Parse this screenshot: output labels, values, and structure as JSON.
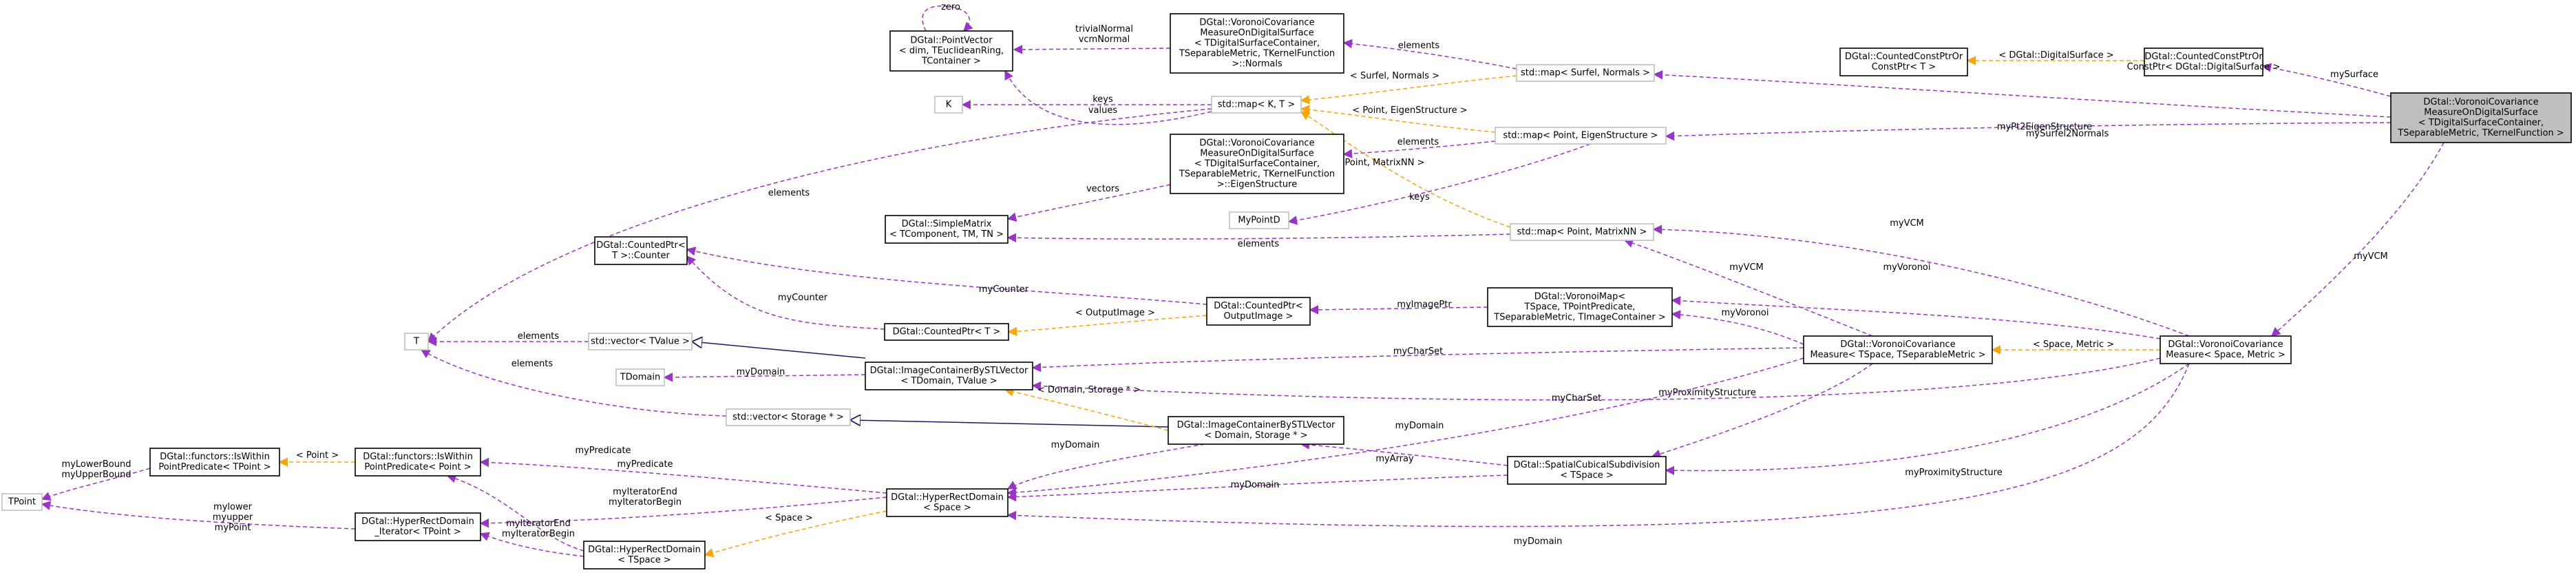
{
  "colors": {
    "purple": "#9a32cd",
    "orange": "#ffa500",
    "navy": "#191970",
    "node_highlight": "#bfbfbf",
    "node_grey_border": "#bfbfbf"
  },
  "nodes": {
    "main": [
      "DGtal::VoronoiCovariance",
      "MeasureOnDigitalSurface",
      "< TDigitalSurfaceContainer,",
      "TSeparableMetric, TKernelFunction >"
    ],
    "point_vector": [
      "DGtal::PointVector",
      "< dim, TEuclideanRing,",
      "TContainer >"
    ],
    "normals": [
      "DGtal::VoronoiCovariance",
      "MeasureOnDigitalSurface",
      "< TDigitalSurfaceContainer,",
      "TSeparableMetric, TKernelFunction",
      ">::Normals"
    ],
    "map_surfel_normals": [
      "std::map< Surfel, Normals >"
    ],
    "counted_const_ptr_or": [
      "DGtal::CountedConstPtrOr",
      "ConstPtr< T >"
    ],
    "counted_const_ptr_or_ds": [
      "DGtal::CountedConstPtrOr",
      "ConstPtr< DGtal::DigitalSurface >"
    ],
    "k": [
      "K"
    ],
    "map_kt": [
      "std::map< K, T >"
    ],
    "map_point_eigen": [
      "std::map< Point, EigenStructure >"
    ],
    "eigenstructure": [
      "DGtal::VoronoiCovariance",
      "MeasureOnDigitalSurface",
      "< TDigitalSurfaceContainer,",
      "TSeparableMetric, TKernelFunction",
      ">::EigenStructure"
    ],
    "simple_matrix": [
      "DGtal::SimpleMatrix",
      "< TComponent, TM, TN >"
    ],
    "my_point_d": [
      "MyPointD"
    ],
    "map_point_matrix": [
      "std::map< Point, MatrixNN >"
    ],
    "counted_ptr_counter": [
      "DGtal::CountedPtr<",
      "T >::Counter"
    ],
    "counted_ptr_t": [
      "DGtal::CountedPtr< T >"
    ],
    "counted_ptr_output": [
      "DGtal::CountedPtr<",
      "OutputImage >"
    ],
    "voronoi_map": [
      "DGtal::VoronoiMap<",
      "TSpace, TPointPredicate,",
      "TSeparableMetric, TImageContainer >"
    ],
    "t": [
      "T"
    ],
    "vector_tvalue": [
      "std::vector< TValue >"
    ],
    "tdomain": [
      "TDomain"
    ],
    "image_container_vector": [
      "DGtal::ImageContainerBySTLVector",
      "< TDomain, TValue >"
    ],
    "voronoi_cov_tspace": [
      "DGtal::VoronoiCovariance",
      "Measure< TSpace, TSeparableMetric >"
    ],
    "voronoi_cov_space": [
      "DGtal::VoronoiCovariance",
      "Measure< Space, Metric >"
    ],
    "vector_storage": [
      "std::vector< Storage * >"
    ],
    "image_container_storage": [
      "DGtal::ImageContainerBySTLVector",
      "< Domain, Storage * >"
    ],
    "iswithin_tpoint": [
      "DGtal::functors::IsWithin",
      "PointPredicate< TPoint >"
    ],
    "iswithin_point": [
      "DGtal::functors::IsWithin",
      "PointPredicate< Point >"
    ],
    "tpoint": [
      "TPoint"
    ],
    "hyperrect_space": [
      "DGtal::HyperRectDomain",
      "< Space >"
    ],
    "spatial_cubical": [
      "DGtal::SpatialCubicalSubdivision",
      "< TSpace >"
    ],
    "hyperrect_iterator": [
      "DGtal::HyperRectDomain",
      "_Iterator< TPoint >"
    ],
    "hyperrect_tspace": [
      "DGtal::HyperRectDomain",
      "< TSpace >"
    ]
  },
  "edges": {
    "zero": [
      "zero"
    ],
    "trivial_normal": [
      "trivialNormal",
      "vcmNormal"
    ],
    "normals_elements": [
      "elements"
    ],
    "digital_surface": [
      "< DGtal::DigitalSurface >"
    ],
    "my_surface": [
      "mySurface"
    ],
    "surfel_normals": [
      "< Surfel, Normals >"
    ],
    "my_surfel2normals": [
      "mySurfel2Normals"
    ],
    "keys_top": [
      "keys"
    ],
    "values": [
      "values"
    ],
    "point_eigen": [
      "< Point, EigenStructure >"
    ],
    "my_pt2eigen": [
      "myPt2EigenStructure"
    ],
    "eigen_elements": [
      "elements"
    ],
    "point_matrix": [
      "< Point, MatrixNN >"
    ],
    "vectors": [
      "vectors"
    ],
    "keys_mid": [
      "keys"
    ],
    "matrix_elements": [
      "elements"
    ],
    "t_elements_left": [
      "elements"
    ],
    "my_vcm_top": [
      "myVCM"
    ],
    "my_vcm_mid": [
      "myVCM"
    ],
    "my_voronoi_a": [
      "myVoronoi"
    ],
    "my_voronoi_b": [
      "myVoronoi"
    ],
    "my_counter_a": [
      "myCounter"
    ],
    "my_counter_b": [
      "myCounter"
    ],
    "output_image": [
      "< OutputImage >"
    ],
    "my_image_ptr": [
      "myImagePtr"
    ],
    "tvalue_elements": [
      "elements"
    ],
    "storage_elements": [
      "elements"
    ],
    "my_domain_tdomain": [
      "myDomain"
    ],
    "my_char_set_a": [
      "myCharSet"
    ],
    "my_char_set_b": [
      "myCharSet"
    ],
    "space_metric": [
      "< Space, Metric >"
    ],
    "my_proximity_a": [
      "myProximityStructure"
    ],
    "my_proximity_b": [
      "myProximityStructure"
    ],
    "domain_storage": [
      "< Domain, Storage * >"
    ],
    "my_domain_a": [
      "myDomain"
    ],
    "my_domain_b": [
      "myDomain"
    ],
    "my_domain_c": [
      "myDomain"
    ],
    "my_domain_bottom": [
      "myDomain"
    ],
    "my_array": [
      "myArray"
    ],
    "point_tmpl": [
      "< Point >"
    ],
    "lower_upper": [
      "myLowerBound",
      "myUpperBound"
    ],
    "my_predicate_a": [
      "myPredicate"
    ],
    "my_predicate_b": [
      "myPredicate"
    ],
    "iter_end_begin_a": [
      "myIteratorEnd",
      "myIteratorBegin"
    ],
    "iter_end_begin_b": [
      "myIteratorEnd",
      "myIteratorBegin"
    ],
    "lower_upper_point": [
      "mylower",
      "myupper",
      "myPoint"
    ],
    "space_tmpl": [
      "< Space >"
    ],
    "my_vcm_right": [
      "myVCM"
    ]
  }
}
